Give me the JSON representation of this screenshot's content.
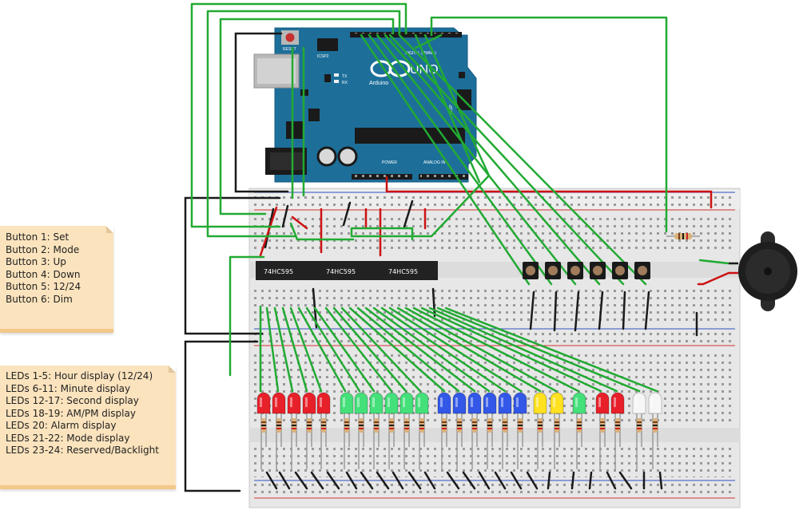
{
  "board": {
    "name": "UNO",
    "brand": "Arduino",
    "reset_label": "RESET",
    "icsp2_label": "ICSP2",
    "icsp_label": "ICSP",
    "tx_label": "TX",
    "rx_label": "RX",
    "l_label": "L",
    "digital_label": "DIGITAL (PWM~)",
    "power_label": "POWER",
    "analog_label": "ANALOG IN",
    "on_label": "ON"
  },
  "chips": [
    {
      "label": "74HC595"
    },
    {
      "label": "74HC595"
    },
    {
      "label": "74HC595"
    }
  ],
  "notes": {
    "buttons": [
      "Button 1: Set",
      "Button 2: Mode",
      "Button 3: Up",
      "Button 4: Down",
      "Button 5: 12/24",
      "Button 6: Dim"
    ],
    "leds": [
      "LEDs 1-5: Hour display (12/24)",
      "LEDs 6-11: Minute display",
      "LEDs 12-17: Second display",
      "LEDs 18-19: AM/PM display",
      "LEDs 20: Alarm display",
      "LEDs 21-22: Mode display",
      "LEDs 23-24: Reserved/Backlight"
    ]
  },
  "colors": {
    "board": "#1d6f9a",
    "wire_signal": "#22aa33",
    "wire_ground": "#1a1a1a",
    "wire_power": "#cc1111",
    "breadboard": "#ececec",
    "rail_red": "#d43030",
    "rail_blue": "#3050c0",
    "led_red": "#e8202a",
    "led_green": "#44e07a",
    "led_blue": "#3358e8",
    "led_yellow": "#ffe120",
    "led_white": "#f6f6f6",
    "note": "#fbe3bd"
  },
  "leds": [
    "red",
    "red",
    "red",
    "red",
    "red",
    "green",
    "green",
    "green",
    "green",
    "green",
    "green",
    "blue",
    "blue",
    "blue",
    "blue",
    "blue",
    "blue",
    "yellow",
    "yellow",
    "green",
    "red",
    "red",
    "white",
    "white"
  ]
}
